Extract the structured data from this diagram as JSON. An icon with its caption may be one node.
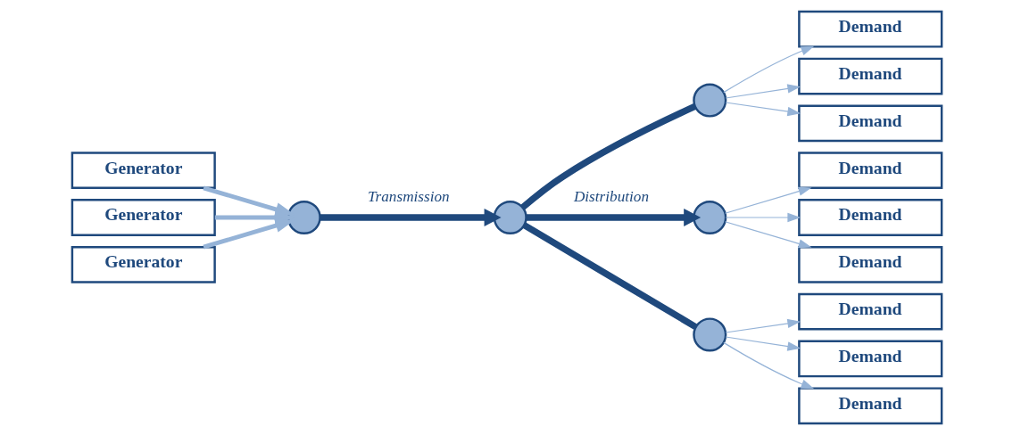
{
  "diagram": {
    "nodes": [
      {
        "text": [
          "Generator"
        ]
      },
      {
        "text": [
          "Generator"
        ]
      },
      {
        "text": [
          "Generator"
        ]
      },
      {
        "text": [],
        "shape": "circle"
      },
      {
        "text": [],
        "shape": "circle"
      },
      {
        "text": [],
        "shape": "circle"
      },
      {
        "text": [],
        "shape": "circle"
      },
      {
        "text": [],
        "shape": "circle"
      },
      {
        "text": [
          "Demand"
        ]
      },
      {
        "text": [
          "Demand"
        ]
      },
      {
        "text": [
          "Demand"
        ]
      },
      {
        "text": [
          "Demand"
        ]
      },
      {
        "text": [
          "Demand"
        ]
      },
      {
        "text": [
          "Demand"
        ]
      },
      {
        "text": [
          "Demand"
        ]
      },
      {
        "text": [
          "Demand"
        ]
      },
      {
        "text": [
          "Demand"
        ]
      }
    ],
    "edges": [
      {
        "from": 0,
        "to": 3,
        "arrow": "to",
        "style": "thick"
      },
      {
        "from": 1,
        "to": 3,
        "arrow": "to",
        "style": "thick"
      },
      {
        "from": 2,
        "to": 3,
        "arrow": "to",
        "style": "thick"
      },
      {
        "from": 3,
        "to": 4,
        "arrow": "to",
        "style": "thick",
        "color": "#1f497d",
        "label": "Transmission"
      },
      {
        "from": 4,
        "to": 5,
        "arrow": "none",
        "style": "thick",
        "color": "#1f497d"
      },
      {
        "from": 4,
        "to": 6,
        "arrow": "to",
        "style": "thick",
        "color": "#1f497d",
        "label": "Distribution"
      },
      {
        "from": 4,
        "to": 7,
        "arrow": "none",
        "style": "thick",
        "color": "#1f497d"
      },
      {
        "from": 5,
        "to": 8,
        "arrow": "to"
      },
      {
        "from": 5,
        "to": 9,
        "arrow": "to"
      },
      {
        "from": 5,
        "to": 10,
        "arrow": "to"
      },
      {
        "from": 6,
        "to": 11,
        "arrow": "to"
      },
      {
        "from": 6,
        "to": 12,
        "arrow": "to"
      },
      {
        "from": 6,
        "to": 13,
        "arrow": "to"
      },
      {
        "from": 7,
        "to": 14,
        "arrow": "to"
      },
      {
        "from": 7,
        "to": 15,
        "arrow": "to"
      },
      {
        "from": 7,
        "to": 16,
        "arrow": "to"
      }
    ]
  }
}
